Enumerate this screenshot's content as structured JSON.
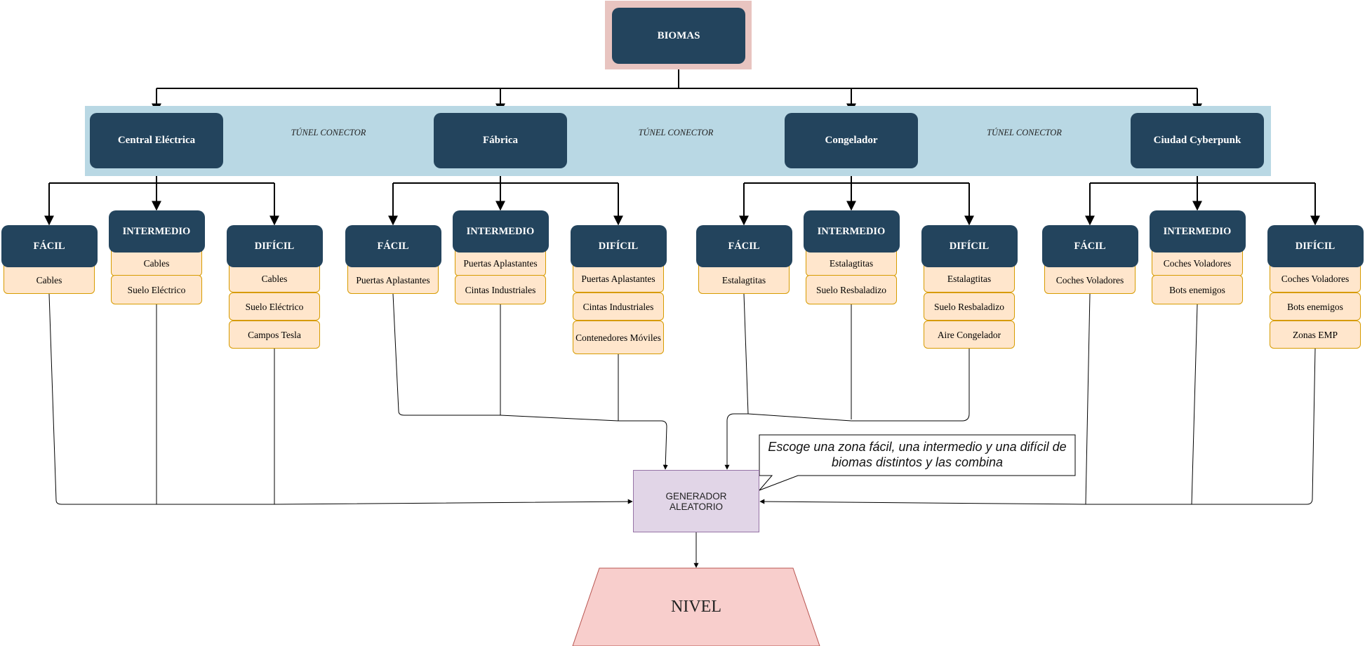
{
  "root": {
    "label": "BIOMAS"
  },
  "tunnel_label": "TÚNEL CONECTOR",
  "biomes": [
    {
      "name": "Central Eléctrica",
      "levels": [
        {
          "label": "FÁCIL",
          "items": [
            "Cables"
          ]
        },
        {
          "label": "INTERMEDIO",
          "items": [
            "Cables",
            "Suelo Eléctrico"
          ]
        },
        {
          "label": "DIFÍCIL",
          "items": [
            "Cables",
            "Suelo Eléctrico",
            "Campos Tesla"
          ]
        }
      ]
    },
    {
      "name": "Fábrica",
      "levels": [
        {
          "label": "FÁCIL",
          "items": [
            "Puertas Aplastantes"
          ]
        },
        {
          "label": "INTERMEDIO",
          "items": [
            "Puertas Aplastantes",
            "Cintas Industriales"
          ]
        },
        {
          "label": "DIFÍCIL",
          "items": [
            "Puertas Aplastantes",
            "Cintas Industriales",
            "Contenedores Móviles"
          ]
        }
      ]
    },
    {
      "name": "Congelador",
      "levels": [
        {
          "label": "FÁCIL",
          "items": [
            "Estalagtitas"
          ]
        },
        {
          "label": "INTERMEDIO",
          "items": [
            "Estalagtitas",
            "Suelo Resbaladizo"
          ]
        },
        {
          "label": "DIFÍCIL",
          "items": [
            "Estalagtitas",
            "Suelo Resbaladizo",
            "Aire Congelador"
          ]
        }
      ]
    },
    {
      "name": "Ciudad Cyberpunk",
      "levels": [
        {
          "label": "FÁCIL",
          "items": [
            "Coches Voladores"
          ]
        },
        {
          "label": "INTERMEDIO",
          "items": [
            "Coches Voladores",
            "Bots enemigos"
          ]
        },
        {
          "label": "DIFÍCIL",
          "items": [
            "Coches Voladores",
            "Bots enemigos",
            "Zonas EMP"
          ]
        }
      ]
    }
  ],
  "generator": {
    "label": "GENERADOR ALEATORIO"
  },
  "note": {
    "text": "Escoge una zona fácil, una intermedio y una difícil de biomas distintos y las combina"
  },
  "output": {
    "label": "NIVEL"
  },
  "colors": {
    "dark_node": "#23445d",
    "item_fill": "#ffe6cc",
    "item_border": "#d79b00",
    "band": "#b9d8e4",
    "root_band": "#e8c4c0",
    "generator_fill": "#e1d5e7",
    "generator_border": "#9673a6",
    "output_fill": "#f8cecc",
    "output_border": "#b85450"
  }
}
